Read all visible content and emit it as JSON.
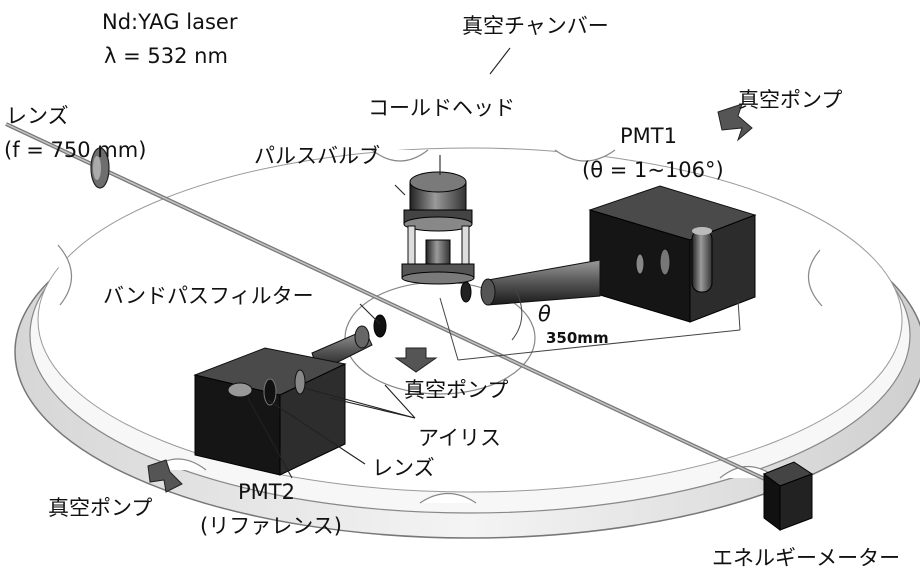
{
  "labels": {
    "laser_name": "Nd:YAG laser",
    "laser_wavelength": "λ = 532 nm",
    "vacuum_chamber": "真空チャンバー",
    "lens_top": "レンズ",
    "lens_focal": "(f = 750 mm)",
    "cold_head": "コールドヘッド",
    "vacuum_pump_top_right": "真空ポンプ",
    "pulse_valve": "パルスバルブ",
    "pmt1": "PMT1",
    "pmt1_angle": "(θ = 1~106°)",
    "bandpass_filter": "バンドパスフィルター",
    "theta": "θ",
    "distance": "350mm",
    "vacuum_pump_center": "真空ポンプ",
    "iris": "アイリス",
    "lens_bottom": "レンズ",
    "vacuum_pump_bottom_left": "真空ポンプ",
    "pmt2": "PMT2",
    "pmt2_reference": "(リファレンス)",
    "energy_meter": "エネルギーメーター"
  },
  "colors": {
    "chamber_wall": "#c9c9c9",
    "box_dark": "#181818",
    "beam": "#8a8a8a",
    "pump_arrow": "#555555"
  }
}
